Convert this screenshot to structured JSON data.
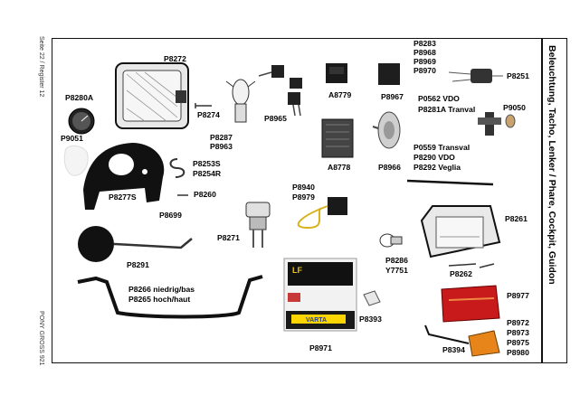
{
  "margin_left": {
    "top_text": "Seite 22 / Register 12",
    "bottom_text": "PONY GROSS 921"
  },
  "title": "Beleuchtung, Tacho, Lenker / Phare, Cockpit, Guidon",
  "labels": {
    "p8272": "P8272",
    "p8280a": "P8280A",
    "p8274": "P8274",
    "p9051": "P9051",
    "p8287": "P8287",
    "p8963": "P8963",
    "p8965": "P8965",
    "a8779": "A8779",
    "p8967": "P8967",
    "p8283": "P8283",
    "p8968": "P8968",
    "p8969": "P8969",
    "p8970": "P8970",
    "p8251": "P8251",
    "p0562": "P0562 VDO",
    "p8281a": "P8281A Tranval",
    "p9050": "P9050",
    "a8778": "A8778",
    "p8966": "P8966",
    "p0559": "P0559 Transval",
    "p8290": "P8290 VDO",
    "p8292": "P8292 Veglia",
    "p8253s": "P8253S",
    "p8254r": "P8254R",
    "p8277s": "P8277S",
    "p8699": "P8699",
    "p8260": "P8260",
    "p8940": "P8940",
    "p8979": "P8979",
    "p8261": "P8261",
    "p8271": "P8271",
    "p8286": "P8286",
    "y7751": "Y7751",
    "p8262": "P8262",
    "p8291": "P8291",
    "p8266": "P8266 niedrig/bas",
    "p8265": "P8265 hoch/haut",
    "p8977": "P8977",
    "p8393": "P8393",
    "p8972": "P8972",
    "p8973": "P8973",
    "p8975": "P8975",
    "p8980": "P8980",
    "p8394": "P8394",
    "p8971": "P8971"
  },
  "battery_text": {
    "brand": "VARTA",
    "logo": "LF"
  }
}
